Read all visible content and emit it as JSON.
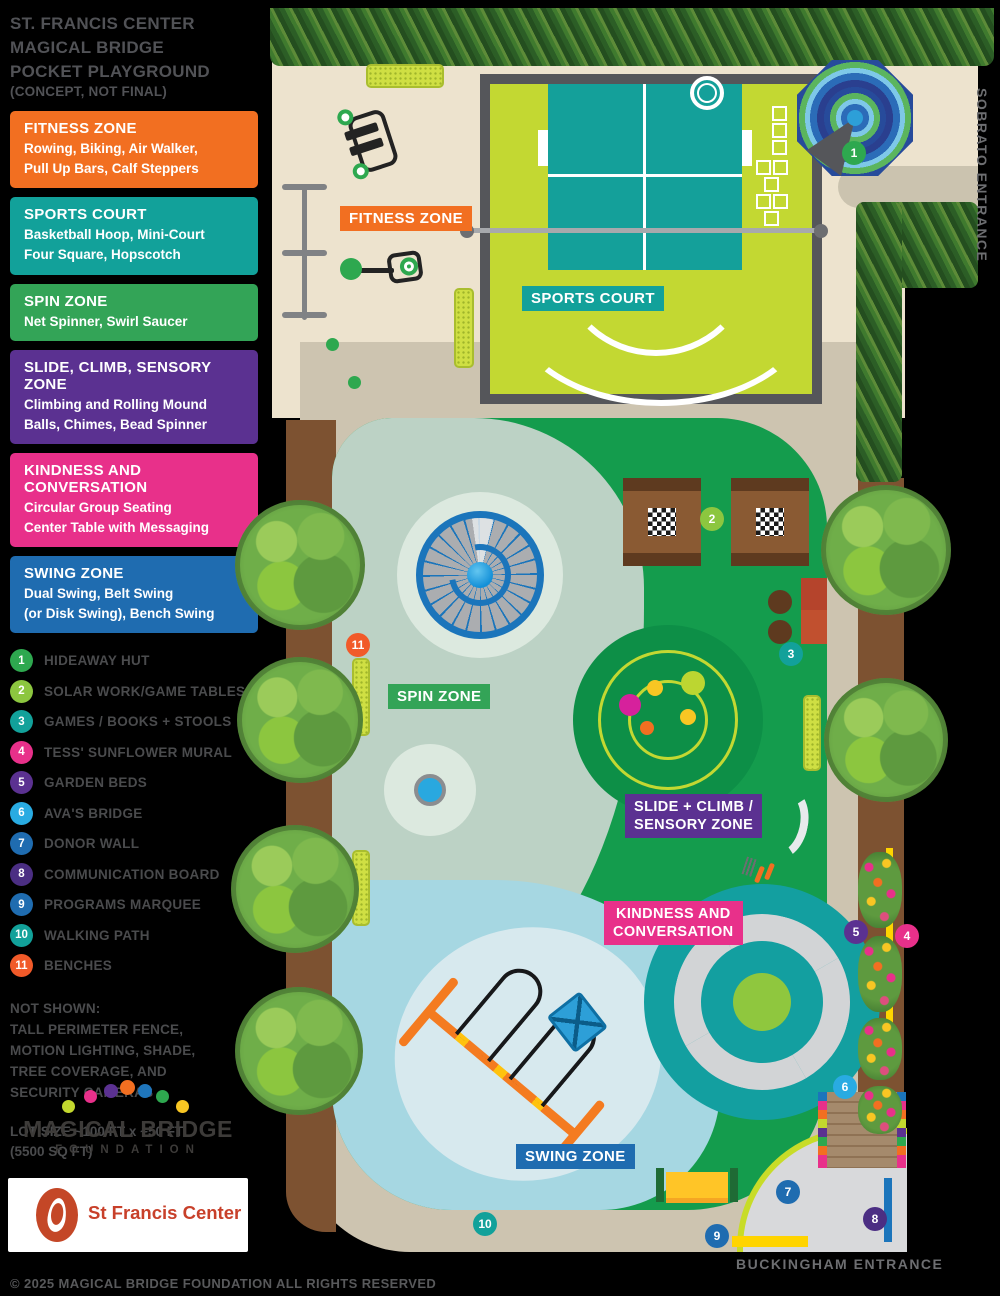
{
  "title": {
    "line1": "ST. FRANCIS CENTER",
    "line2": "MAGICAL BRIDGE",
    "line3": "POCKET PLAYGROUND",
    "line4": "(CONCEPT, NOT FINAL)"
  },
  "legend_zones": [
    {
      "title": "FITNESS ZONE",
      "line1": "Rowing, Biking, Air Walker,",
      "line2": "Pull Up Bars, Calf Steppers",
      "color": "#F26F21"
    },
    {
      "title": "SPORTS COURT",
      "line1": "Basketball Hoop, Mini-Court",
      "line2": "Four Square, Hopscotch",
      "color": "#12A19A"
    },
    {
      "title": "SPIN ZONE",
      "line1": "Net Spinner, Swirl Saucer",
      "line2": "",
      "color": "#33A457"
    },
    {
      "title": "SLIDE, CLIMB, SENSORY ZONE",
      "line1": "Climbing and Rolling Mound",
      "line2": "Balls, Chimes, Bead Spinner",
      "color": "#5B3191"
    },
    {
      "title": "KINDNESS AND CONVERSATION",
      "line1": "Circular Group Seating",
      "line2": "Center Table with Messaging",
      "color": "#E8308A"
    },
    {
      "title": "SWING ZONE",
      "line1": "Dual Swing, Belt Swing",
      "line2": "(or Disk Swing), Bench Swing",
      "color": "#1F6CB0"
    }
  ],
  "key_items": [
    {
      "num": "1",
      "label": "HIDEAWAY HUT",
      "color": "#2EA84F"
    },
    {
      "num": "2",
      "label": "SOLAR WORK/GAME TABLES",
      "color": "#8CC63F"
    },
    {
      "num": "3",
      "label": "GAMES / BOOKS + STOOLS",
      "color": "#12A19A"
    },
    {
      "num": "4",
      "label": "TESS' SUNFLOWER MURAL",
      "color": "#E8308A"
    },
    {
      "num": "5",
      "label": "GARDEN BEDS",
      "color": "#5B3191"
    },
    {
      "num": "6",
      "label": "AVA'S BRIDGE",
      "color": "#29ABE2"
    },
    {
      "num": "7",
      "label": "DONOR WALL",
      "color": "#1F6CB0"
    },
    {
      "num": "8",
      "label": "COMMUNICATION BOARD",
      "color": "#4B2E83"
    },
    {
      "num": "9",
      "label": "PROGRAMS MARQUEE",
      "color": "#1F6CB0"
    },
    {
      "num": "10",
      "label": "WALKING PATH",
      "color": "#12A19A"
    },
    {
      "num": "11",
      "label": "BENCHES",
      "color": "#F15A29"
    }
  ],
  "not_shown": {
    "heading": "NOT SHOWN:",
    "line1": "TALL PERIMETER FENCE,",
    "line2": "MOTION LIGHTING, SHADE,",
    "line3": "TREE COVERAGE, AND",
    "line4": "SECURITY CAMERAS"
  },
  "lot_size": {
    "line1": "LOT SIZE ~100 FT x ~50 FT",
    "line2": "(5500 SQ FT)"
  },
  "map": {
    "labels": {
      "fitness": "FITNESS ZONE",
      "sports": "SPORTS COURT",
      "spin": "SPIN ZONE",
      "slide_line1": "SLIDE + CLIMB /",
      "slide_line2": "SENSORY ZONE",
      "kindness_line1": "KINDNESS AND",
      "kindness_line2": "CONVERSATION",
      "swing": "SWING ZONE"
    },
    "entrances": {
      "sobrato": "SOBRATO ENTRANCE",
      "buckingham": "BUCKINGHAM ENTRANCE"
    }
  },
  "logos": {
    "magical_title": "MAGICAL BRIDGE",
    "magical_subtitle": "FOUNDATION",
    "st_francis": "St Francis Center"
  },
  "footer": "© 2025 MAGICAL BRIDGE FOUNDATION  ALL RIGHTS RESERVED"
}
